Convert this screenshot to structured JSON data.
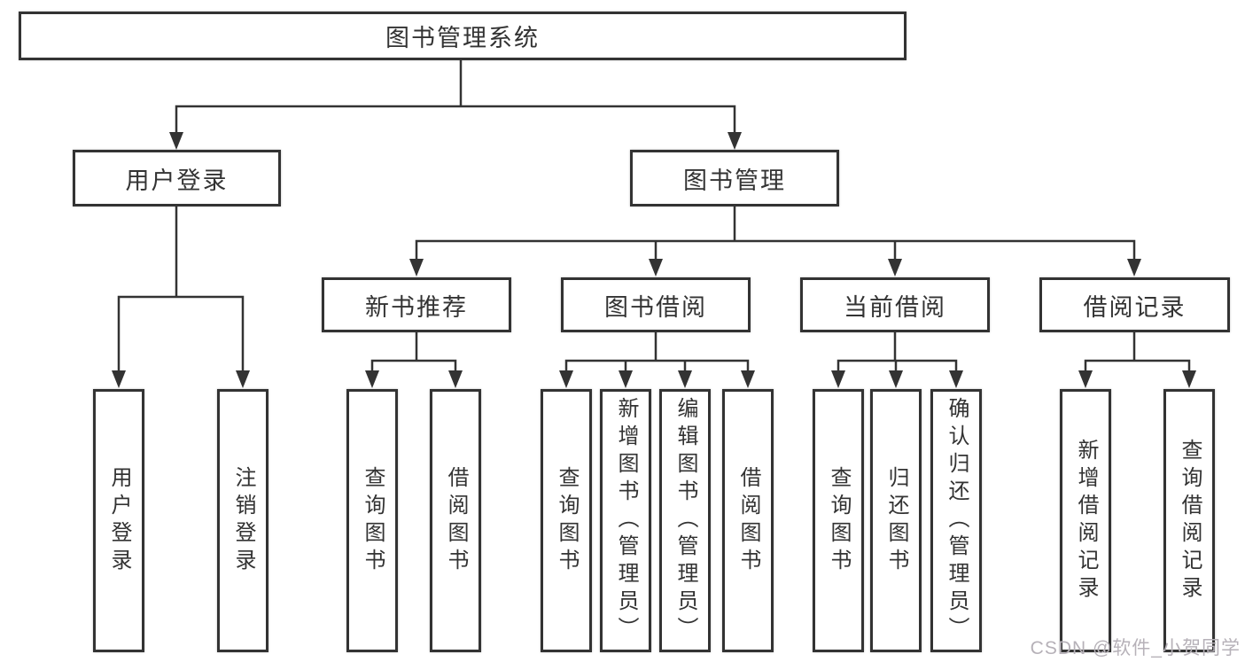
{
  "diagram": {
    "root_label": "图书管理系统",
    "level2": [
      {
        "label": "用户登录"
      },
      {
        "label": "图书管理"
      }
    ],
    "level3": [
      {
        "label": "新书推荐"
      },
      {
        "label": "图书借阅"
      },
      {
        "label": "当前借阅"
      },
      {
        "label": "借阅记录"
      }
    ],
    "leaves": {
      "user_login": [
        "用户登录",
        "注销登录"
      ],
      "new_book_recommend": [
        "查询图书",
        "借阅图书"
      ],
      "book_borrow": [
        "查询图书",
        "新增图书（管理员）",
        "编辑图书（管理员）",
        "借阅图书"
      ],
      "current_borrow": [
        "查询图书",
        "归还图书",
        "确认归还（管理员）"
      ],
      "borrow_record": [
        "新增借阅记录",
        "查询借阅记录"
      ]
    },
    "watermark": "CSDN @软件_小贺同学",
    "colors": {
      "line": "#333333",
      "text": "#333333",
      "box_background": "#ffffff",
      "watermark": "#b6b1b8"
    }
  }
}
